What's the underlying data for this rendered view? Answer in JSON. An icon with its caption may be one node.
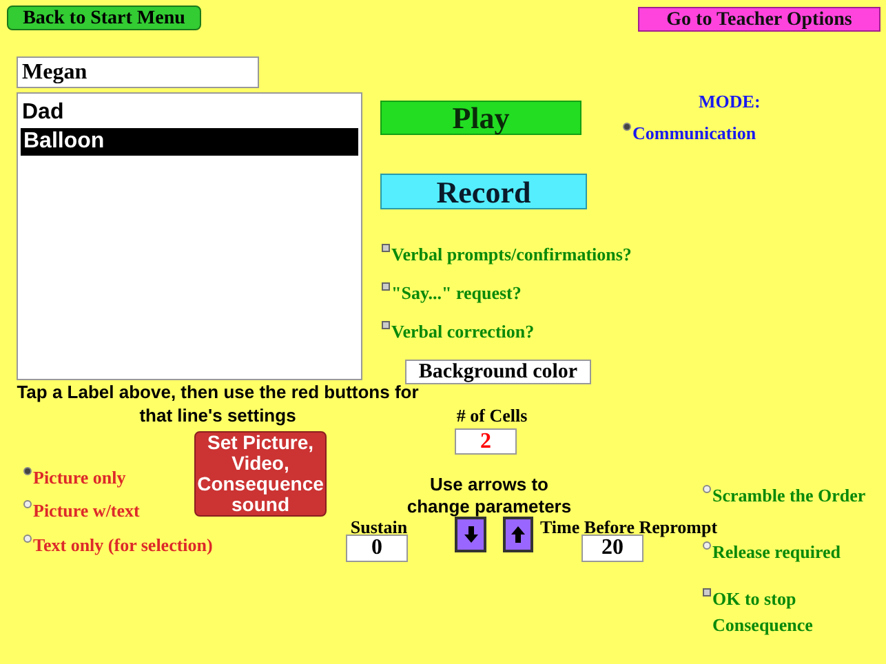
{
  "diagram": {
    "nodes": [
      {
        "text": [
          "Back to Start Menu"
        ]
      },
      {
        "text": [
          "Go to Teacher Options"
        ]
      },
      {
        "text": [
          "Megan"
        ]
      },
      {
        "text": [
          "Dad"
        ]
      },
      {
        "text": [
          "Balloon"
        ],
        "in": 3
      },
      {
        "text": [
          "Play"
        ]
      },
      {
        "text": [
          "Record"
        ]
      },
      {
        "text": [
          "Background color"
        ]
      },
      {
        "text": [
          "Set Picture, Video, Consequence sound"
        ]
      },
      {
        "text": [
          "2"
        ]
      },
      {
        "text": [
          "0"
        ]
      },
      {
        "text": [],
        "shape": "box"
      },
      {
        "text": [],
        "shape": "box"
      },
      {
        "text": [
          "20"
        ]
      }
    ],
    "labels": [
      "MODE:",
      "Communication",
      "Verbal prompts/confirmations?",
      "\"Say...\" request?",
      "Verbal correction?",
      "Tap a Label above, then use the red buttons for that line's settings",
      "# of Cells",
      "Picture only",
      "Use arrows to change parameters",
      "Scramble the Order",
      "Picture w/text",
      "Sustain",
      "Time Before Reprompt",
      "Text only (for selection)",
      "Release required",
      "OK to stop Consequence"
    ]
  }
}
